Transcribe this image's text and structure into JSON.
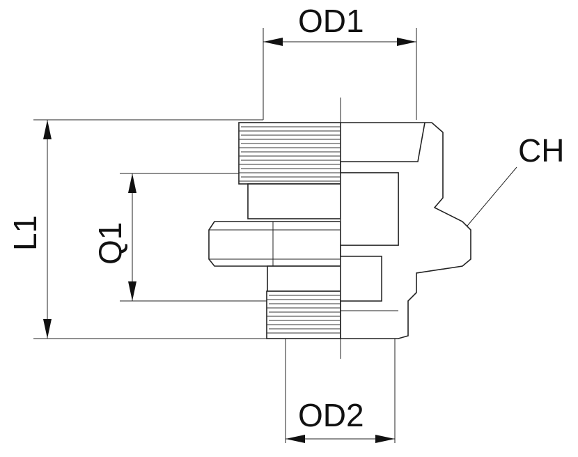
{
  "labels": {
    "od1": "OD1",
    "od2": "OD2",
    "l1": "L1",
    "q1": "Q1",
    "ch": "CH"
  }
}
